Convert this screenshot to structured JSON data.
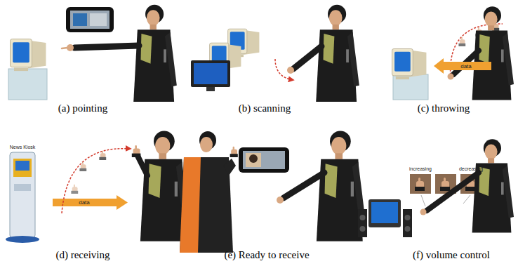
{
  "diagram": {
    "labels": [
      "(a) pointing",
      "(b) scanning",
      "(c) throwing",
      "data",
      "News Kiosk",
      "data",
      "(d) receiving",
      "(e) Ready to receive",
      "increasing",
      "decreasing",
      "(f) volume control"
    ]
  }
}
